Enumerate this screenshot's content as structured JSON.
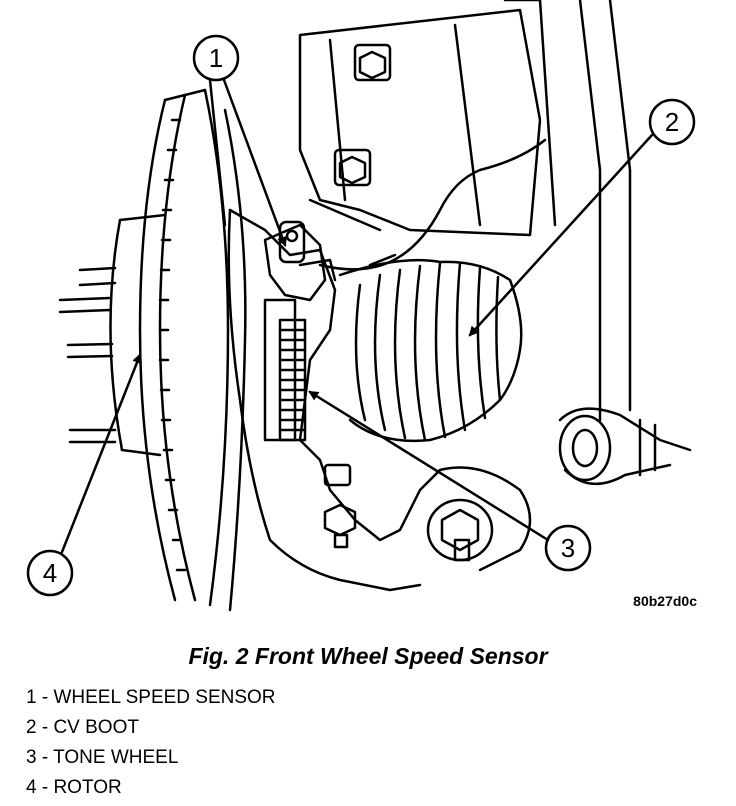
{
  "figure": {
    "caption": "Fig. 2 Front Wheel Speed Sensor",
    "reference_code": "80b27d0c",
    "callouts": [
      {
        "number": "1"
      },
      {
        "number": "2"
      },
      {
        "number": "3"
      },
      {
        "number": "4"
      }
    ]
  },
  "legend": [
    {
      "text": "1 - WHEEL SPEED SENSOR"
    },
    {
      "text": "2 - CV BOOT"
    },
    {
      "text": "3 - TONE WHEEL"
    },
    {
      "text": "4 - ROTOR"
    }
  ]
}
